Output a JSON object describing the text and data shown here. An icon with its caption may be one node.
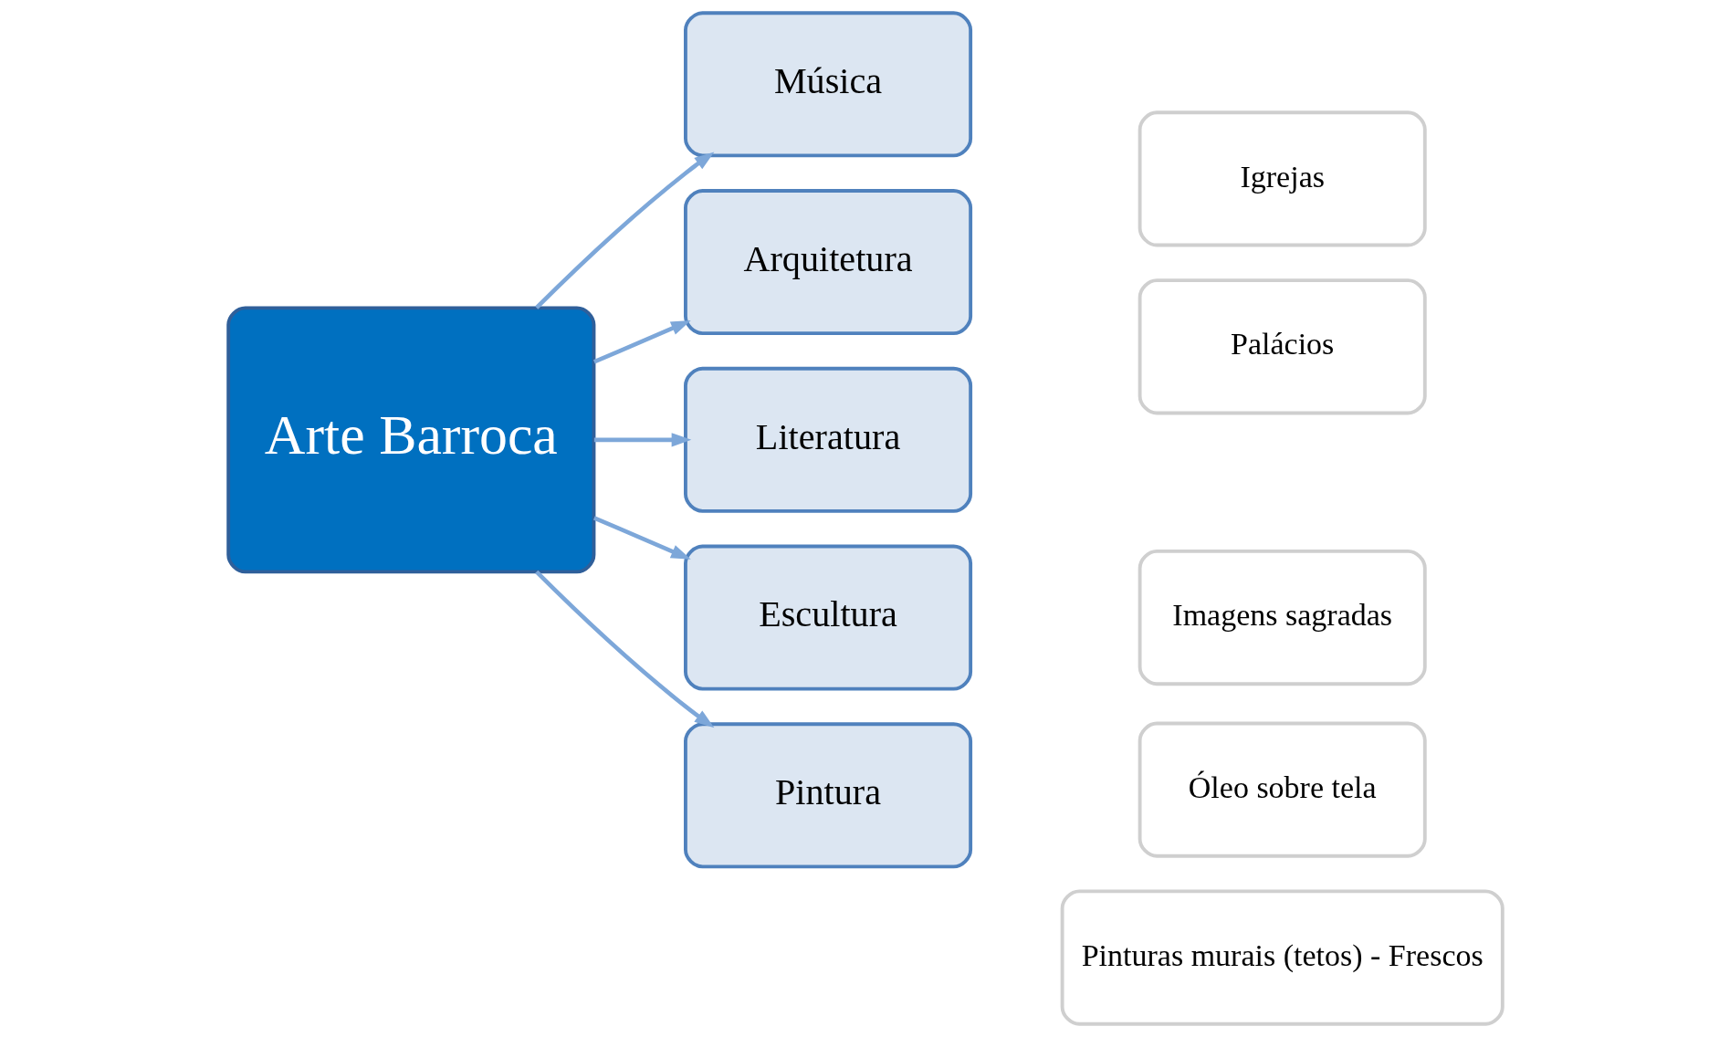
{
  "diagram": {
    "nodes": [
      {
        "text": [
          "Arte Barroca"
        ]
      },
      {
        "text": [
          "Música"
        ]
      },
      {
        "text": [
          "Arquitetura"
        ]
      },
      {
        "text": [
          "Literatura"
        ]
      },
      {
        "text": [
          "Escultura"
        ]
      },
      {
        "text": [
          "Pintura"
        ]
      },
      {
        "text": [
          "Igrejas"
        ]
      },
      {
        "text": [
          "Palácios"
        ]
      },
      {
        "text": [
          "Imagens sagradas"
        ]
      },
      {
        "text": [
          "Óleo sobre tela"
        ]
      },
      {
        "text": [
          "Pinturas murais (tetos) - Frescos"
        ]
      }
    ],
    "edges": [
      {
        "from": 0,
        "to": 1,
        "arrow": "to"
      },
      {
        "from": 0,
        "to": 2,
        "arrow": "to"
      },
      {
        "from": 0,
        "to": 3,
        "arrow": "to"
      },
      {
        "from": 0,
        "to": 4,
        "arrow": "to"
      },
      {
        "from": 0,
        "to": 5,
        "arrow": "to"
      }
    ]
  }
}
